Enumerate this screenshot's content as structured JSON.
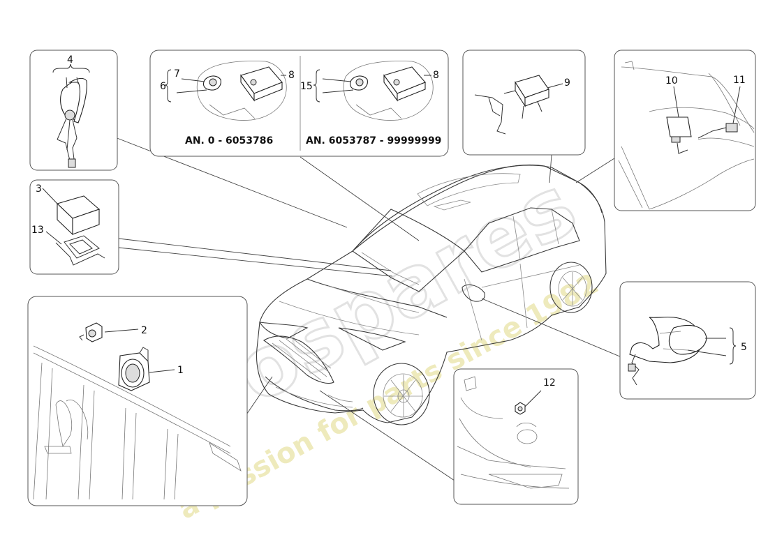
{
  "callouts": {
    "c1": "1",
    "c2": "2",
    "c3": "3",
    "c4": "4",
    "c5": "5",
    "c6": "6",
    "c7": "7",
    "c8a": "8",
    "c8b": "8",
    "c9": "9",
    "c10": "10",
    "c11": "11",
    "c12": "12",
    "c13": "13",
    "c15": "15"
  },
  "captions": {
    "range_left": "AN. 0 - 6053786",
    "range_right": "AN. 6053787 - 99999999"
  },
  "watermark": {
    "brand": "eurospares",
    "tagline": "a passion for parts since 1982"
  },
  "colors": {
    "line": "#333333",
    "panel_border": "#555555",
    "watermark_grey": "#d9d9d9",
    "watermark_yellow": "#e8e2a0"
  }
}
